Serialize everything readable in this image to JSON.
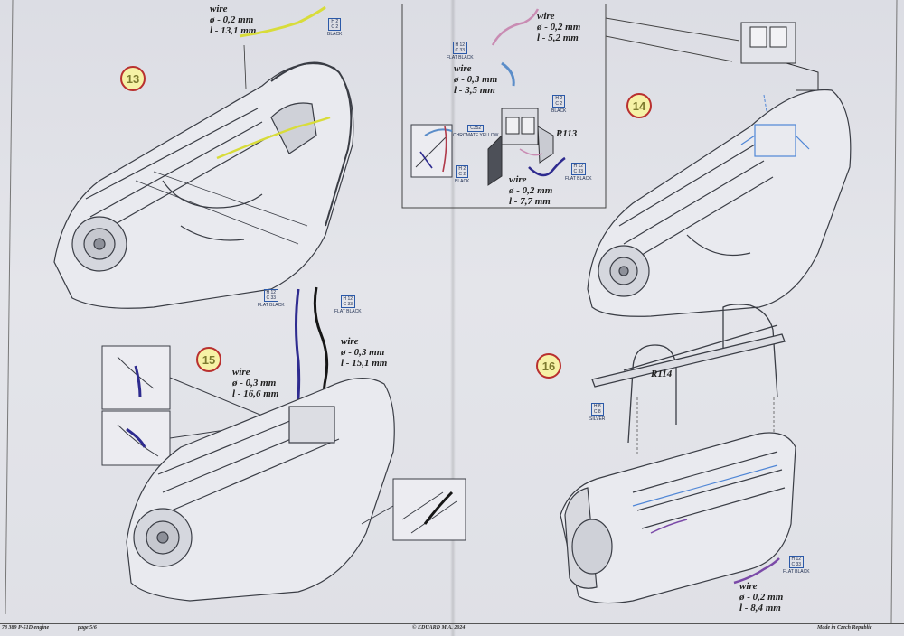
{
  "steps": [
    "13",
    "14",
    "15",
    "16"
  ],
  "wires": {
    "s13": {
      "title": "wire",
      "diam": "ø - 0,2 mm",
      "len": "l - 13,1 mm"
    },
    "s14a": {
      "title": "wire",
      "diam": "ø - 0,2 mm",
      "len": "l - 5,2 mm"
    },
    "s14b": {
      "title": "wire",
      "diam": "ø - 0,3 mm",
      "len": "l - 3,5 mm"
    },
    "s14c": {
      "title": "wire",
      "diam": "ø - 0,2 mm",
      "len": "l - 7,7 mm"
    },
    "s15a": {
      "title": "wire",
      "diam": "ø - 0,3 mm",
      "len": "l - 16,6 mm"
    },
    "s15b": {
      "title": "wire",
      "diam": "ø - 0,3 mm",
      "len": "l - 15,1 mm"
    },
    "s16": {
      "title": "wire",
      "diam": "ø - 0,2 mm",
      "len": "l - 8,4 mm"
    }
  },
  "codes": {
    "c13": {
      "l1": "H 2",
      "l2": "C 2",
      "name": "BLACK"
    },
    "c14a": {
      "l1": "H 12",
      "l2": "C 33",
      "name": "FLAT BLACK"
    },
    "c14b": {
      "l1": "H 2",
      "l2": "C 2",
      "name": "BLACK"
    },
    "c14c": {
      "l1": "C352",
      "l2": "",
      "name": "CHROMATE YELLOW"
    },
    "c14d": {
      "l1": "H 2",
      "l2": "C 2",
      "name": "BLACK"
    },
    "c14e": {
      "l1": "H 12",
      "l2": "C 33",
      "name": "FLAT BLACK"
    },
    "c15a": {
      "l1": "H 12",
      "l2": "C 33",
      "name": "FLAT BLACK"
    },
    "c15b": {
      "l1": "H 12",
      "l2": "C 33",
      "name": "FLAT BLACK"
    },
    "c16a": {
      "l1": "H 8",
      "l2": "C 8",
      "name": "SILVER"
    },
    "c16b": {
      "l1": "H 12",
      "l2": "C 33",
      "name": "FLAT BLACK"
    }
  },
  "parts": {
    "r113": "R113",
    "r114": "R114"
  },
  "footer": {
    "left": "73 389  P-51D engine",
    "page": "page 5/6",
    "center": "© EDUARD  M.A. 2024",
    "right": "Made in Czech Republic"
  },
  "colors": {
    "badge_fill": "#f6f2a6",
    "badge_ring": "#b9302f",
    "wire_yellow": "#d8dc3a",
    "wire_pink": "#c98cb3",
    "wire_blue": "#5b8dc9",
    "wire_dark_blue": "#2e2b8f",
    "wire_black": "#161616",
    "wire_purple": "#7b4aa8",
    "highlight_blue": "#4f86d6"
  }
}
